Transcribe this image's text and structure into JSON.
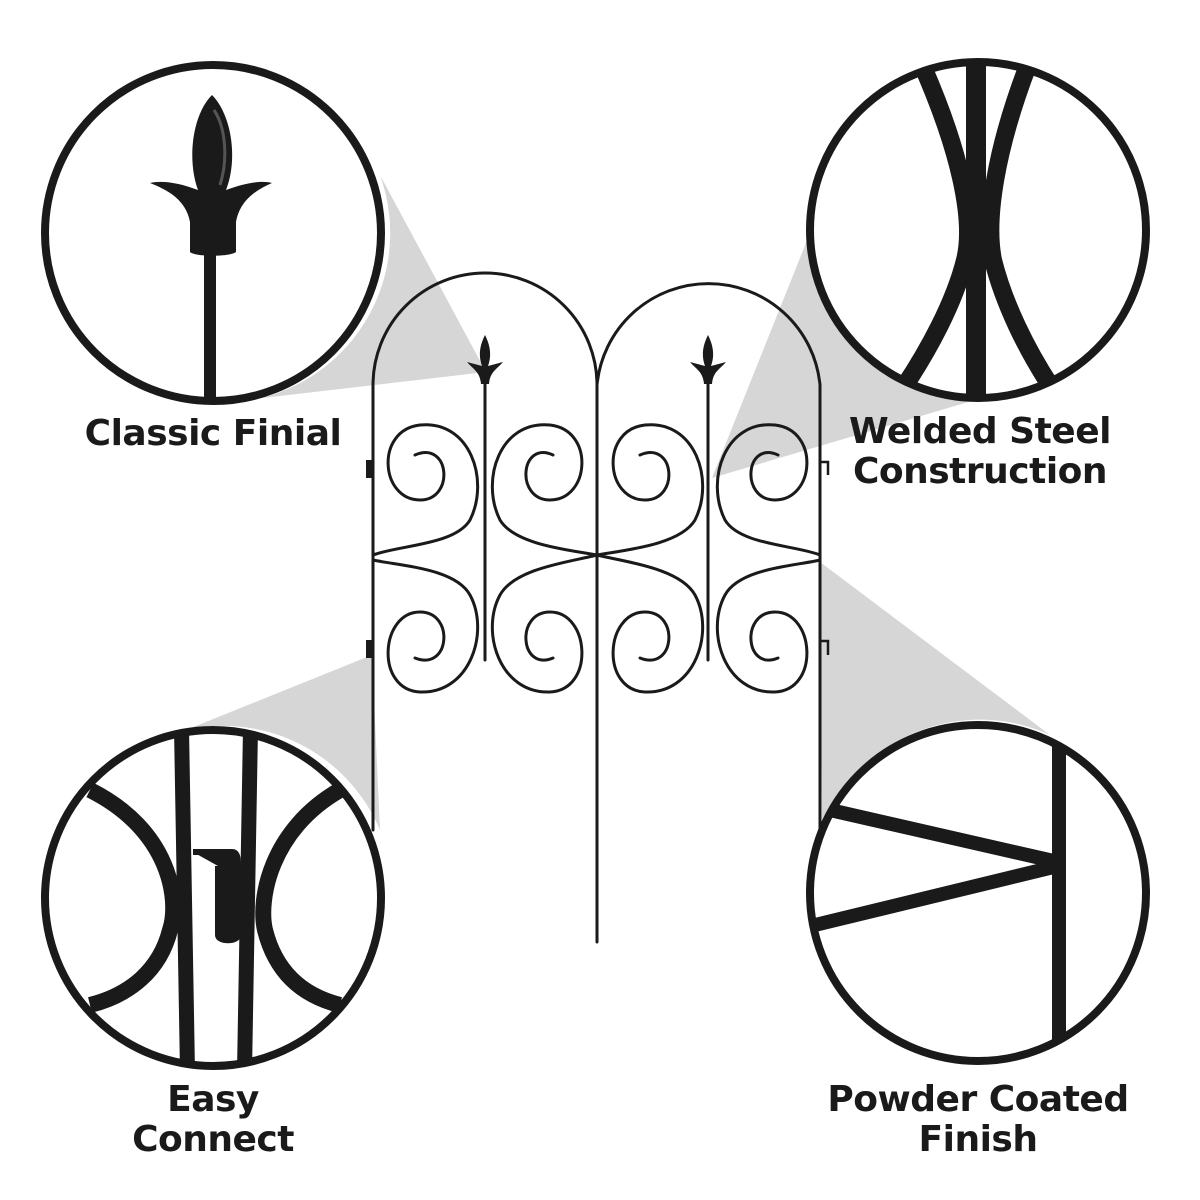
{
  "infographic": {
    "subject": "decorative arched garden fence panel",
    "colors": {
      "background": "#ffffff",
      "metal": "#1a1a1a",
      "callout_wedge": "#d6d6d6",
      "text": "#1a1a1a"
    },
    "features": [
      {
        "id": "finial",
        "lines": [
          "Classic Finial"
        ],
        "position": "top-left",
        "icon": "fleur-de-lis-finial"
      },
      {
        "id": "welded",
        "lines": [
          "Welded Steel",
          "Construction"
        ],
        "position": "top-right",
        "icon": "welded-rods"
      },
      {
        "id": "connect",
        "lines": [
          "Easy",
          "Connect"
        ],
        "position": "bottom-left",
        "icon": "hook-connector"
      },
      {
        "id": "powder",
        "lines": [
          "Powder Coated",
          "Finish"
        ],
        "position": "bottom-right",
        "icon": "rod-joint"
      }
    ]
  }
}
